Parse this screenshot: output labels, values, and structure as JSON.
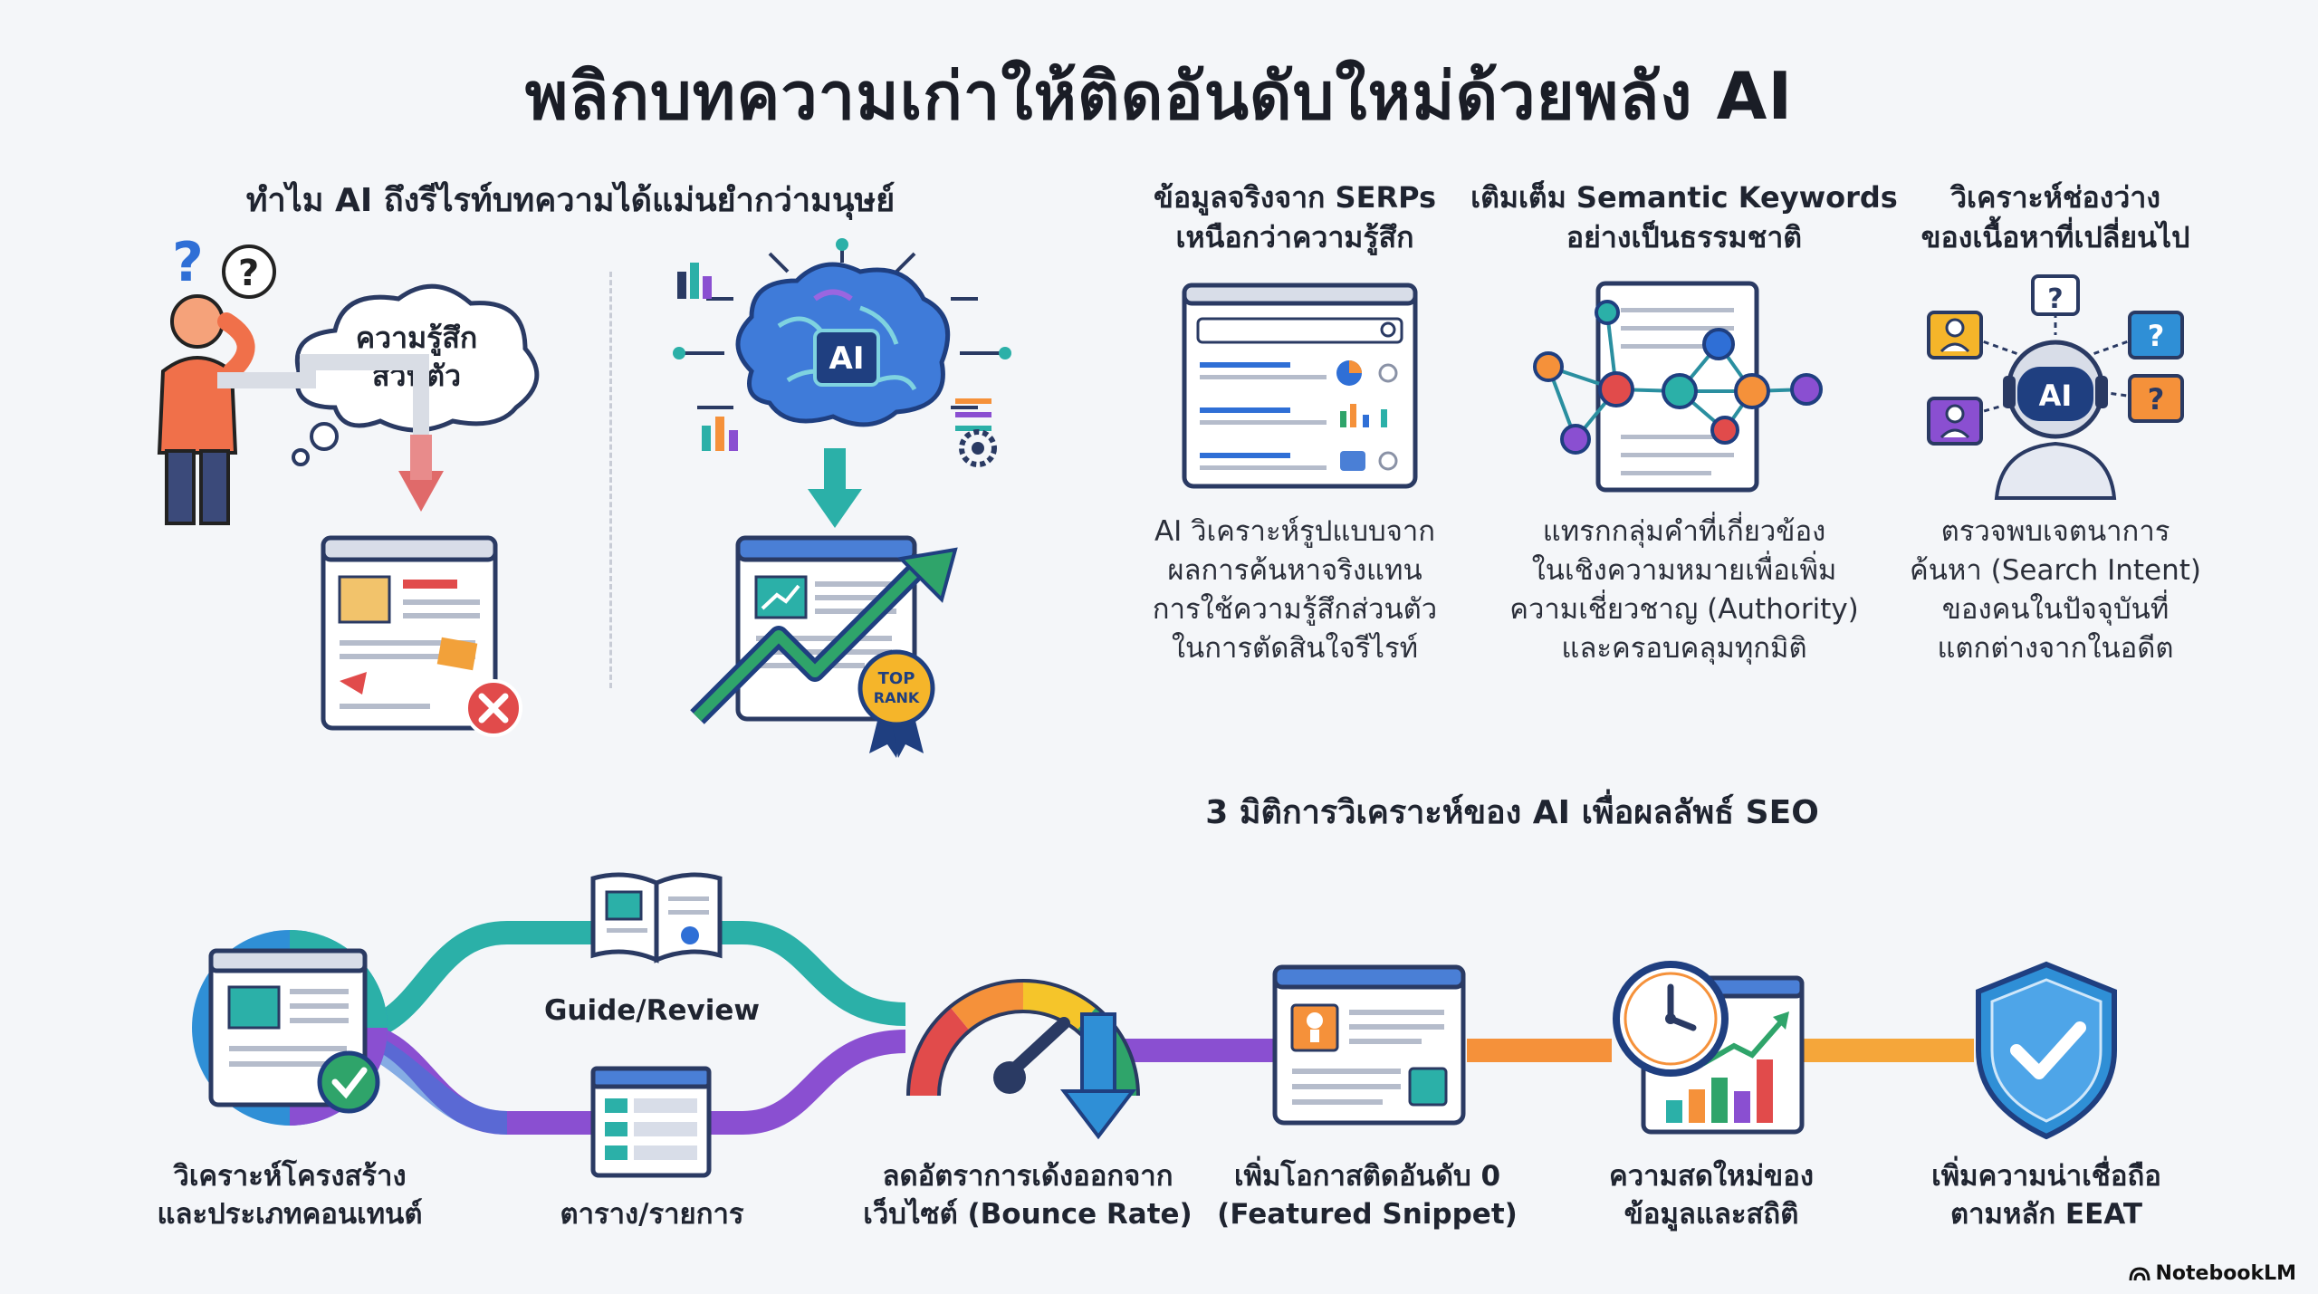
{
  "title": "พลิกบทความเก่าให้ติดอันดับใหม่ด้วยพลัง AI",
  "left_section": {
    "heading": "ทำไม AI ถึงรีไรท์บทความได้แม่นยำกว่ามนุษย์",
    "cloud_text": [
      "ความรู้สึก",
      "ส่วนตัว"
    ],
    "brain_label": "AI",
    "badge_text": [
      "TOP",
      "RANK"
    ]
  },
  "columns": [
    {
      "title": [
        "ข้อมูลจริงจาก SERPs",
        "เหนือกว่าความรู้สึก"
      ],
      "desc": [
        "AI วิเคราะห์รูปแบบจาก",
        "ผลการค้นหาจริงแทน",
        "การใช้ความรู้สึกส่วนตัว",
        "ในการตัดสินใจรีไรท์"
      ]
    },
    {
      "title": [
        "เติมเต็ม Semantic Keywords",
        "อย่างเป็นธรรมชาติ"
      ],
      "desc": [
        "แทรกกลุ่มคำที่เกี่ยวข้อง",
        "ในเชิงความหมายเพื่อเพิ่ม",
        "ความเชี่ยวชาญ (Authority)",
        "และครอบคลุมทุกมิติ"
      ]
    },
    {
      "title": [
        "วิเคราะห์ช่องว่าง",
        "ของเนื้อหาที่เปลี่ยนไป"
      ],
      "desc": [
        "ตรวจพบเจตนาการ",
        "ค้นหา (Search Intent)",
        "ของคนในปัจจุบันที่",
        "แตกต่างจากในอดีต"
      ],
      "robot_label": "AI"
    }
  ],
  "bottom_section": {
    "heading": "3 มิติการวิเคราะห์ของ AI เพื่อผลลัพธ์ SEO",
    "branch_top": "Guide/Review",
    "branch_bottom": "ตาราง/รายการ",
    "steps": [
      {
        "label": [
          "วิเคราะห์โครงสร้าง",
          "และประเภทคอนเทนต์"
        ]
      },
      {
        "label": [
          "ลดอัตราการเด้งออกจาก",
          "เว็บไซต์ (Bounce Rate)"
        ]
      },
      {
        "label": [
          "เพิ่มโอกาสติดอันดับ 0",
          "(Featured Snippet)"
        ]
      },
      {
        "label": [
          "ความสดใหม่ของ",
          "ข้อมูลและสถิติ"
        ]
      },
      {
        "label": [
          "เพิ่มความน่าเชื่อถือ",
          "ตามหลัก EEAT"
        ]
      }
    ]
  },
  "brand": "NotebookLM",
  "colors": {
    "teal": "#2bb0a8",
    "purple": "#8a4fd1",
    "orange": "#f5913a",
    "navy": "#2a3a63",
    "red": "#e14b4b",
    "green": "#2fa46a"
  }
}
